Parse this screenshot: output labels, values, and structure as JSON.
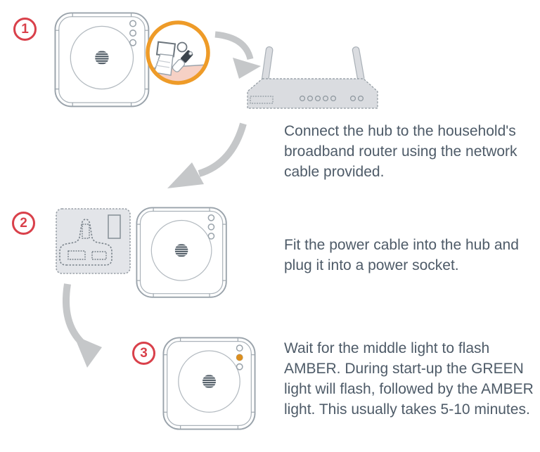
{
  "document": {
    "type": "hub-setup-instructions"
  },
  "steps": [
    {
      "number": "1",
      "text": "Connect the hub to the household's broadband router using the network cable provided."
    },
    {
      "number": "2",
      "text": "Fit the power cable into the hub and plug it into a power socket."
    },
    {
      "number": "3",
      "text": "Wait for the middle light to flash AMBER. During start-up the GREEN light will flash, followed by the AMBER light. This usually takes 5-10 minutes."
    }
  ],
  "colors": {
    "step_badge": "#d9404a",
    "text": "#4e5b68",
    "amber_led": "#dc8f1f",
    "accent_orange": "#ee9b28",
    "callout_fill": "#f6d1c5",
    "arrow": "#c5c7c9",
    "device_outline": "#9aa3ab",
    "router_fill": "#dadce0",
    "socket_fill": "#e3e5e9"
  },
  "icons": {
    "hub": "smart-hub-device",
    "callout": "network-cable-zoom-callout",
    "router": "broadband-router",
    "socket": "uk-power-socket",
    "amber_led": "middle-amber-status-light"
  }
}
